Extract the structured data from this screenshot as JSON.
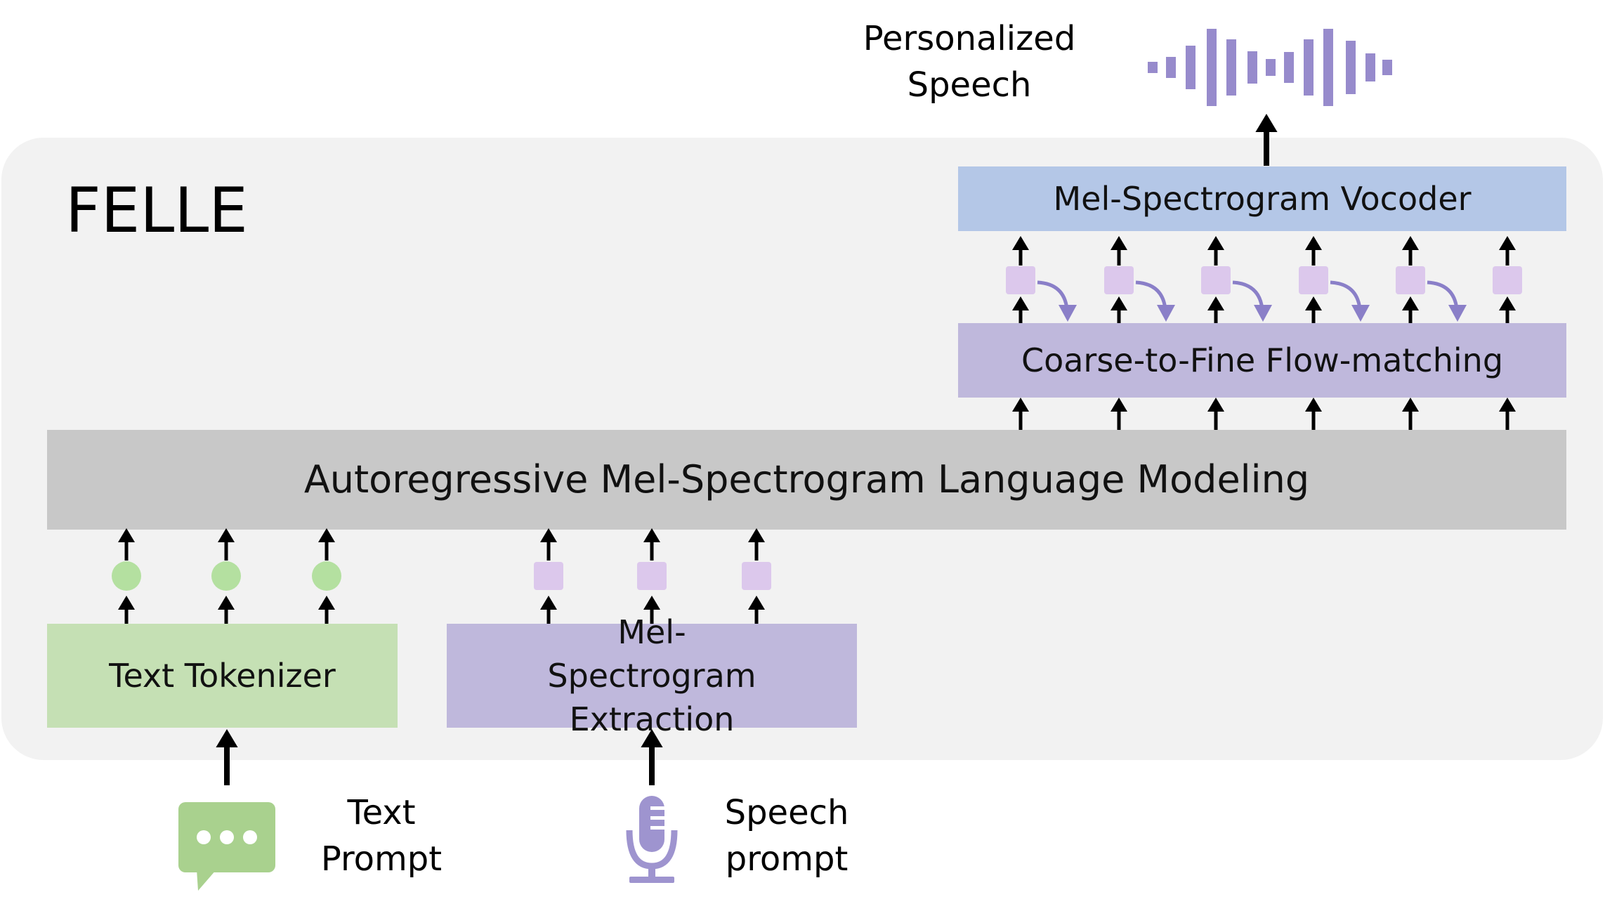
{
  "diagram": {
    "title": "FELLE",
    "output_label": "Personalized Speech",
    "vocoder_label": "Mel-Spectrogram Vocoder",
    "flow_label": "Coarse-to-Fine Flow-matching",
    "lm_label": "Autoregressive Mel-Spectrogram Language Modeling",
    "tokenizer_label": "Text Tokenizer",
    "mel_extraction_label": "Mel-Spectrogram Extraction",
    "text_prompt_label": "Text Prompt",
    "speech_prompt_label": "Speech prompt"
  },
  "icons": {
    "output": "sound-wave-icon",
    "text_prompt": "chat-bubble-icon",
    "speech_prompt": "microphone-icon"
  },
  "colors": {
    "panel": "#f2f2f2",
    "lm_box": "#c8c8c8",
    "tokenizer_box": "#c5e0b4",
    "mel_box": "#bfb8dc",
    "vocoder_box": "#b4c7e7",
    "text_token": "#b4e0a0",
    "mel_token": "#dcc8ec",
    "wave": "#978bcc",
    "chat_icon": "#a9d18e",
    "mic_icon": "#9e94cf",
    "arrow": "#000000",
    "curve_arrow": "#8a7fc8"
  }
}
